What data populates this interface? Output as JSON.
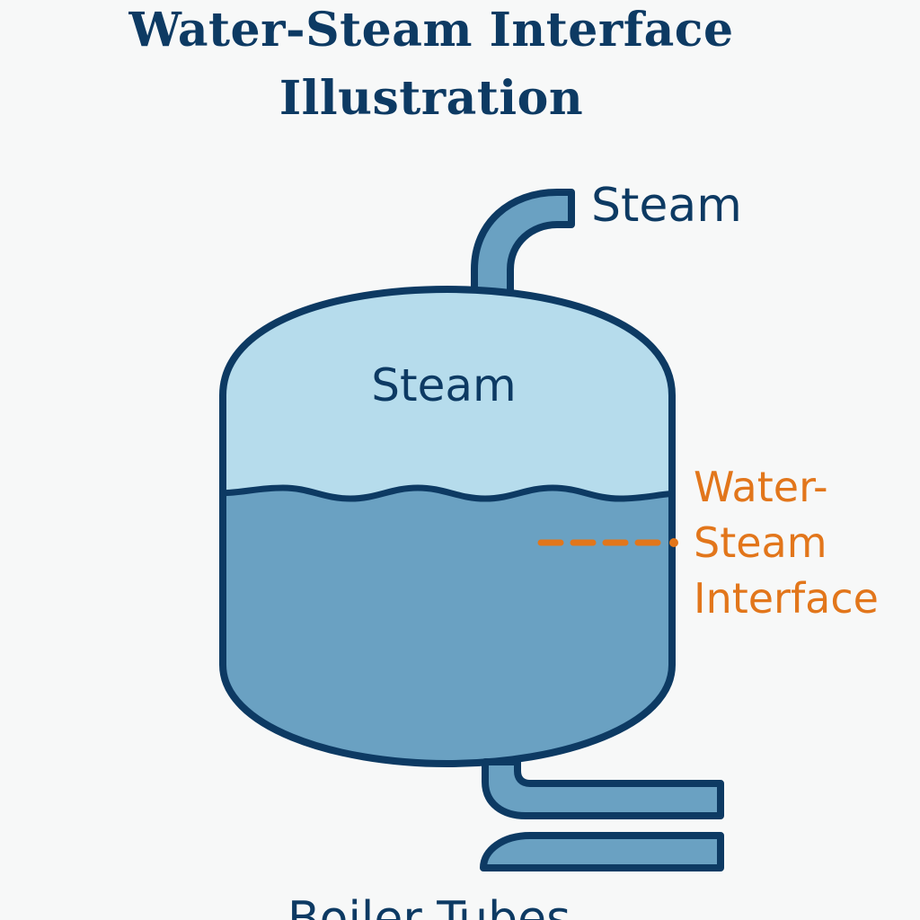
{
  "title": {
    "line1": "Water-Steam Interface",
    "line2": "Illustration"
  },
  "labels": {
    "steam_outlet": "Steam",
    "steam_space": "Steam",
    "interface_line1": "Water-",
    "interface_line2": "Steam",
    "interface_line3": "Interface",
    "boiler_tubes": "Boiler Tubes"
  },
  "colors": {
    "outline": "#0d3a63",
    "steam_fill": "#b6dcec",
    "water_fill": "#6aa1c2",
    "pipe_fill": "#6aa1c2",
    "accent": "#e2761b",
    "background": "#f7f8f8"
  }
}
